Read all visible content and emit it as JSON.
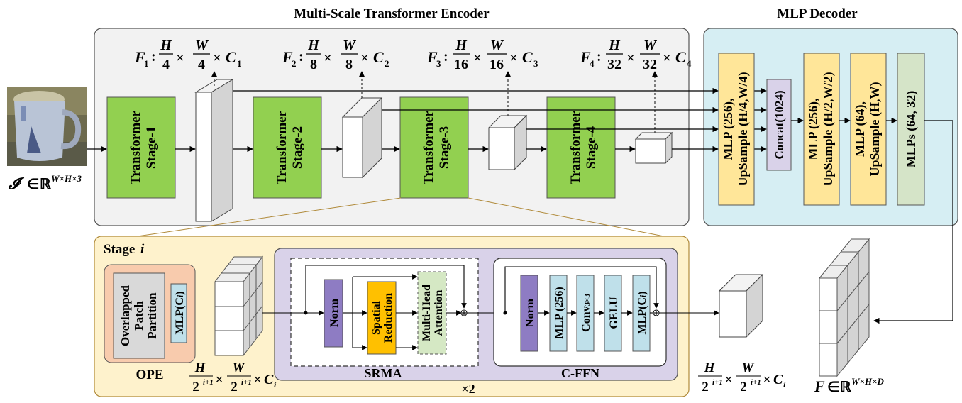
{
  "encoder": {
    "title": "Multi-Scale Transformer Encoder",
    "stage_line1": "Transformer",
    "stages": [
      "Stage-1",
      "Stage-2",
      "Stage-3",
      "Stage-4"
    ],
    "features": [
      {
        "f": "F",
        "sub": "1",
        "den": "4",
        "c": "1"
      },
      {
        "f": "F",
        "sub": "2",
        "den": "8",
        "c": "2"
      },
      {
        "f": "F",
        "sub": "3",
        "den": "16",
        "c": "3"
      },
      {
        "f": "F",
        "sub": "4",
        "den": "32",
        "c": "4"
      }
    ],
    "frac_h": "H",
    "frac_w": "W",
    "times": "×",
    "colon": ":",
    "c_letter": "C"
  },
  "decoder": {
    "title": "MLP Decoder",
    "mlp1_a": "MLP (256),",
    "mlp1_b": "UpSample (H/4,W/4)",
    "concat": "Concat(1024)",
    "mlp2_a": "MLP (256),",
    "mlp2_b": "UpSample (H/2,W/2)",
    "mlp3_a": "MLP (64),",
    "mlp3_b": "UpSample (H,W)",
    "mlps": "MLPs (64, 32)"
  },
  "input": {
    "symbol": "𝓘",
    "in": "∈",
    "real": "ℝ",
    "sup": "W×H×3"
  },
  "output": {
    "symbol": "F",
    "in": "∈",
    "real": "ℝ",
    "sup": "W×H×D"
  },
  "stage_detail": {
    "title": "Stage ",
    "title_i": "i",
    "ope": {
      "label": "OPE",
      "line1": "Overlapped",
      "line2": "Patch",
      "line3": "Partition",
      "mlp": "MLP(C",
      "mlp_sub": "i",
      "mlp_close": ")"
    },
    "srma": {
      "label": "SRMA",
      "norm": "Norm",
      "sr1": "Spatial",
      "sr2": "Reduction",
      "mha1": "Multi-Head",
      "mha2": "Attention"
    },
    "cffn": {
      "label": "C-FFN",
      "norm": "Norm",
      "mlp256": "MLP (256)",
      "conv": "Conv",
      "conv_sub": "3×3",
      "gelu": "GELU",
      "mlpc": "MLP(C",
      "mlpc_sub": "i",
      "mlpc_close": ")"
    },
    "repeat": "×2",
    "size_h": "H",
    "size_w": "W",
    "size_den": "2",
    "size_exp": "i+1",
    "size_c": "C",
    "size_ci": "i"
  },
  "colors": {
    "stage_green": "#92d050",
    "decoder_bg": "#d6eef3",
    "mlp_yellow": "#ffe699",
    "concat_purple": "#d9d2e9",
    "mlps_green": "#d5e4c8",
    "stage_detail_bg": "#fef2cc",
    "srma_bg": "#d9d2e9",
    "norm_purple": "#8e7cc3",
    "sr_orange": "#ffc000",
    "mha_green": "#d5e8c4",
    "ope_bg": "#f8cbad",
    "light_blue": "#bfe0ea"
  }
}
